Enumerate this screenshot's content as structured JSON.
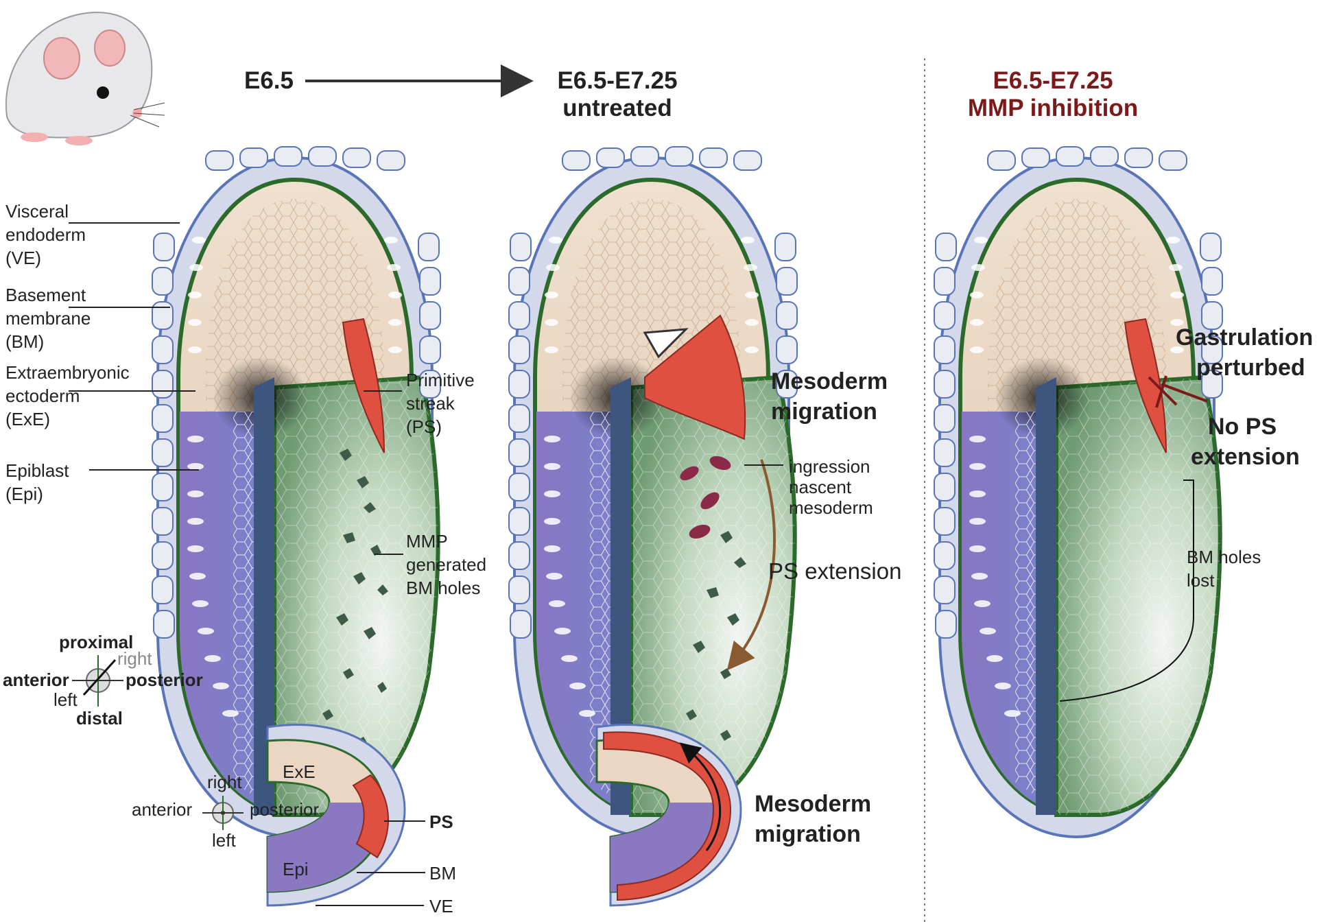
{
  "headers": {
    "stage_start": "E6.5",
    "stage_untreated_line1": "E6.5-E7.25",
    "stage_untreated_line2": "untreated",
    "stage_inhibition_line1": "E6.5-E7.25",
    "stage_inhibition_line2": "MMP inhibition"
  },
  "left_labels": {
    "ve_1": "Visceral",
    "ve_2": "endoderm",
    "ve_3": "(VE)",
    "bm_1": "Basement",
    "bm_2": "membrane",
    "bm_3": "(BM)",
    "exe_1": "Extraembryonic",
    "exe_2": "ectoderm",
    "exe_3": "(ExE)",
    "epi_1": "Epiblast",
    "epi_2": "(Epi)"
  },
  "embryo1_labels": {
    "ps_1": "Primitive",
    "ps_2": "streak",
    "ps_3": "(PS)",
    "holes_1": "MMP",
    "holes_2": "generated",
    "holes_3": "BM holes"
  },
  "embryo2_labels": {
    "mesoderm_1": "Mesoderm",
    "mesoderm_2": "migration",
    "ingress_1": "ingression",
    "ingress_2": "nascent",
    "ingress_3": "mesoderm",
    "ps_extension": "PS extension"
  },
  "embryo3_labels": {
    "gastrulation_1": "Gastrulation",
    "gastrulation_2": "perturbed",
    "no_ps_1": "No PS",
    "no_ps_2": "extension",
    "holes_lost_1": "BM holes",
    "holes_lost_2": "lost"
  },
  "axes": {
    "proximal": "proximal",
    "right": "right",
    "anterior": "anterior",
    "posterior": "posterior",
    "left": "left",
    "distal": "distal"
  },
  "cross_section": {
    "right": "right",
    "anterior": "anterior",
    "posterior": "posterior",
    "left": "left",
    "exe": "ExE",
    "epi": "Epi",
    "ps": "PS",
    "bm": "BM",
    "ve": "VE"
  },
  "cross_section2": {
    "mesoderm_1": "Mesoderm",
    "mesoderm_2": "migration"
  },
  "colors": {
    "ve_cell": "#dfe3ee",
    "ve_border": "#5a74b8",
    "bm": "#2c6a2c",
    "exe": "#ead6c2",
    "epi": "#8a78c0",
    "mesoderm": "#e05040",
    "bm_green": "#8cb48a",
    "hole": "#3e5a48",
    "arrow_brown": "#8a5a30",
    "red_text": "#7a1a1a"
  }
}
